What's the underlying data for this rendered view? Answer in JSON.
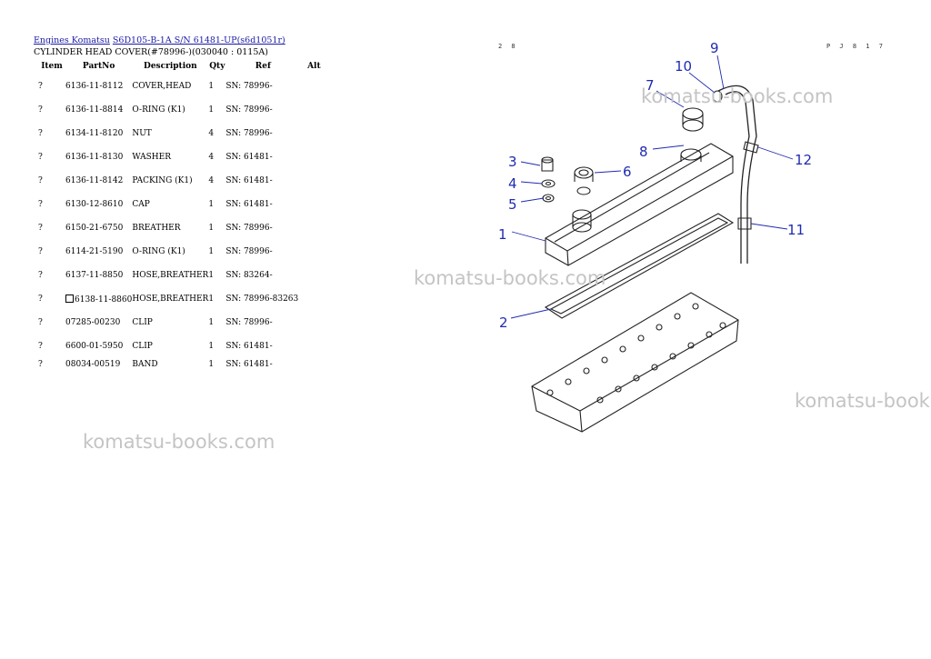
{
  "breadcrumb": {
    "link1": "Engines Komatsu",
    "link2": "S6D105-B-1A S/N 61481-UP(s6d1051r)"
  },
  "subtitle": "CYLINDER HEAD COVER(#78996-)(030040 : 0115A)",
  "table": {
    "headers": [
      "Item",
      "PartNo",
      "Description",
      "Qty",
      "Ref",
      "Alt"
    ],
    "rows": [
      {
        "item": "?",
        "partno": "6136-11-8112",
        "description": "COVER,HEAD",
        "qty": "1",
        "ref": "SN: 78996-",
        "alt": ""
      },
      {
        "item": "?",
        "partno": "6136-11-8814",
        "description": "O-RING (K1)",
        "qty": "1",
        "ref": "SN: 78996-",
        "alt": ""
      },
      {
        "item": "?",
        "partno": "6134-11-8120",
        "description": "NUT",
        "qty": "4",
        "ref": "SN: 78996-",
        "alt": ""
      },
      {
        "item": "?",
        "partno": "6136-11-8130",
        "description": "WASHER",
        "qty": "4",
        "ref": "SN: 61481-",
        "alt": ""
      },
      {
        "item": "?",
        "partno": "6136-11-8142",
        "description": "PACKING (K1)",
        "qty": "4",
        "ref": "SN: 61481-",
        "alt": ""
      },
      {
        "item": "?",
        "partno": "6130-12-8610",
        "description": "CAP",
        "qty": "1",
        "ref": "SN: 61481-",
        "alt": ""
      },
      {
        "item": "?",
        "partno": "6150-21-6750",
        "description": "BREATHER",
        "qty": "1",
        "ref": "SN: 78996-",
        "alt": ""
      },
      {
        "item": "?",
        "partno": "6114-21-5190",
        "description": "O-RING (K1)",
        "qty": "1",
        "ref": "SN: 78996-",
        "alt": ""
      },
      {
        "item": "?",
        "partno": "6137-11-8850",
        "description": "HOSE,BREATHER",
        "qty": "1",
        "ref": "SN: 83264-",
        "alt": ""
      },
      {
        "item": "?",
        "partno": "6138-11-8860",
        "description": "HOSE,BREATHER",
        "qty": "1",
        "ref": "SN: 78996-83263",
        "alt": "",
        "boxed": true
      },
      {
        "item": "?",
        "partno": "07285-00230",
        "description": "CLIP",
        "qty": "1",
        "ref": "SN: 78996-",
        "alt": ""
      },
      {
        "item": "?",
        "partno": "6600-01-5950",
        "description": "CLIP",
        "qty": "1",
        "ref": "SN: 61481-",
        "alt": ""
      },
      {
        "item": "?",
        "partno": "08034-00519",
        "description": "BAND",
        "qty": "1",
        "ref": "SN: 61481-",
        "alt": ""
      }
    ]
  },
  "diagram": {
    "page_code_left": "2 8",
    "page_code_right": "P J 8 1 7",
    "callouts": [
      "1",
      "2",
      "3",
      "4",
      "5",
      "6",
      "7",
      "8",
      "9",
      "10",
      "11",
      "12"
    ],
    "callout_color": "#1f2bb0"
  },
  "watermark": {
    "text": "komatsu-books.com",
    "text_partial": "komatsu-book",
    "color": "#c4c4c4"
  }
}
